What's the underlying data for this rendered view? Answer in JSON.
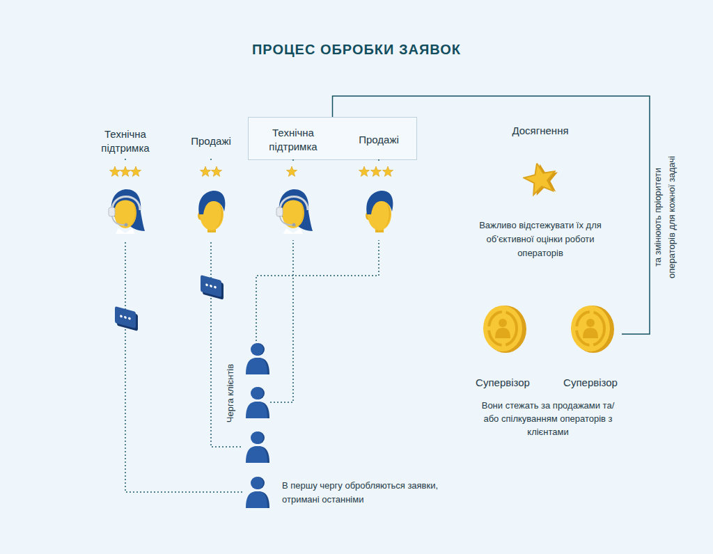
{
  "diagram": {
    "title": "ПРОЦЕС ОБРОБКИ ЗАЯВОК",
    "nodes": [
      {
        "text": [
          "Технічна підтримка"
        ]
      },
      {
        "text": [
          "Продажі"
        ]
      },
      {
        "text": []
      },
      {
        "text": [
          "Технічна підтримка"
        ],
        "in": 2
      },
      {
        "text": [
          "Продажі"
        ],
        "in": 2
      },
      {
        "text": [
          "Досягнення",
          "Важливо відстежувати їх для об’єктивної оцінки роботи операторів"
        ]
      },
      {
        "text": [
          "Супервізор"
        ]
      },
      {
        "text": [
          "Супервізор"
        ]
      },
      {
        "text": []
      },
      {
        "text": []
      },
      {
        "text": []
      },
      {
        "text": [
          "В першу чергу обробляються заявки, отримані останніми"
        ]
      }
    ],
    "edges": [
      {
        "from": 4,
        "to": 8,
        "arrow": "none"
      },
      {
        "from": 3,
        "to": 9,
        "arrow": "none"
      },
      {
        "from": 1,
        "to": 10,
        "arrow": "none"
      },
      {
        "from": 0,
        "to": 11,
        "arrow": "none"
      },
      {
        "from": 7,
        "to": 2,
        "label": "та змінюють пріоритети операторів для кожної задачі",
        "arrow": "none"
      }
    ],
    "labels": [
      "Вони стежать за продажами та/або спілкуванням операторів з клієнтами",
      "Черга клієнтів"
    ]
  }
}
